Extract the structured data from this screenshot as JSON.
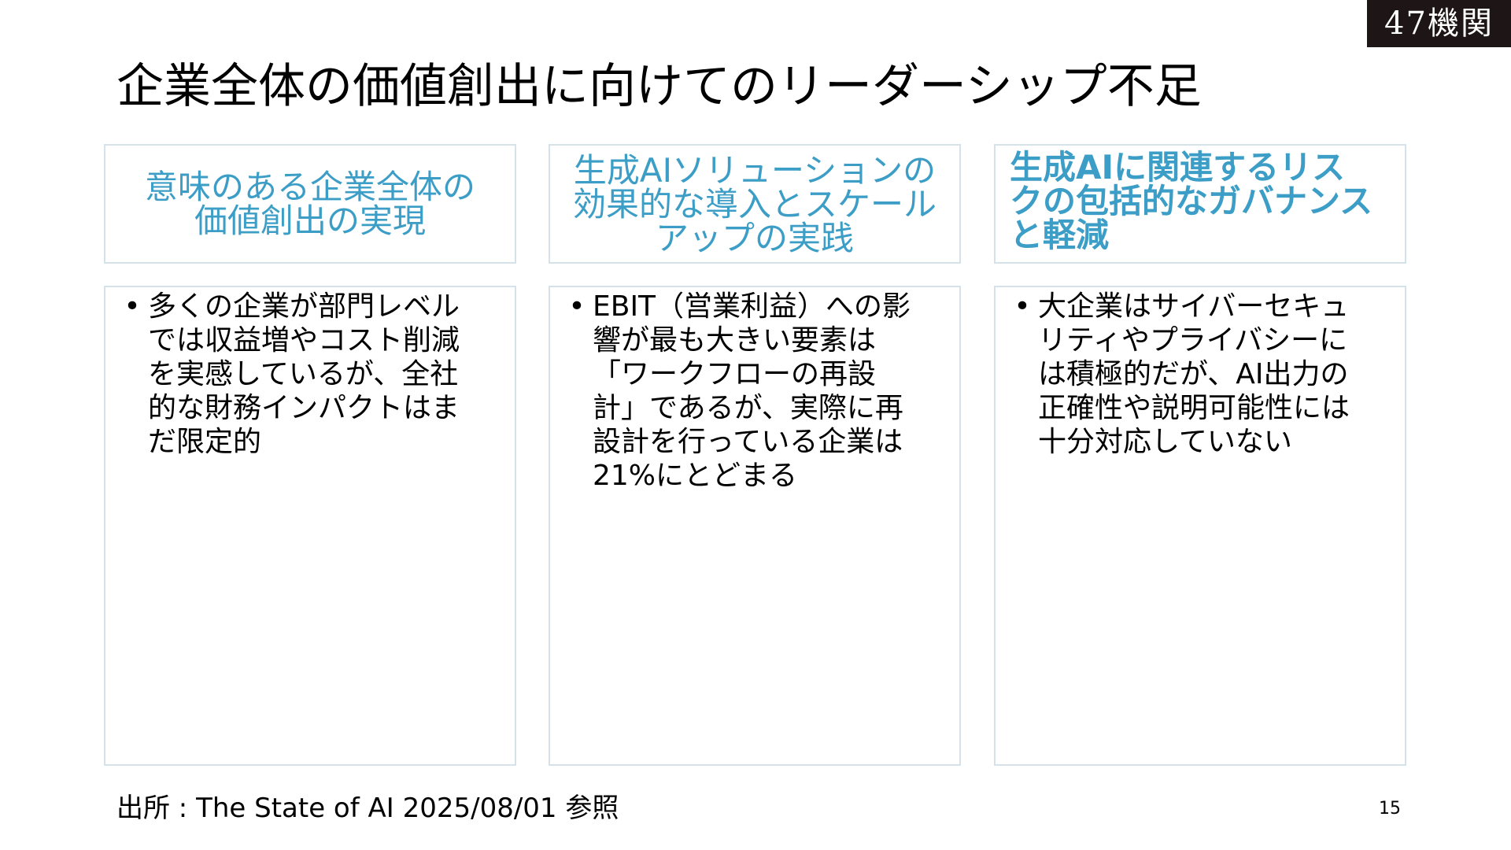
{
  "logo": {
    "text": "47機関"
  },
  "title": "企業全体の価値創出に向けてのリーダーシップ不足",
  "columns": [
    {
      "header_lines": [
        "意味のある企業全体の",
        "価値創出の実現"
      ],
      "bullet_lines": [
        "多くの企業が部門レベル",
        "では収益増やコスト削減",
        "を実感しているが、全社",
        "的な財務インパクトはま",
        "だ限定的"
      ]
    },
    {
      "header_lines": [
        "生成AIソリューションの",
        "効果的な導入とスケール",
        "アップの実践"
      ],
      "bullet_lines": [
        "EBIT（営業利益）への影",
        "響が最も大きい要素は",
        "「ワークフローの再設",
        "計」であるが、実際に再",
        "設計を行っている企業は",
        "21%にとどまる"
      ]
    },
    {
      "header_lines": [
        "生成AIに関連するリス",
        "クの包括的なガバナンス",
        "と軽減"
      ],
      "bullet_lines": [
        "大企業はサイバーセキュ",
        "リティやプライバシーに",
        "は積極的だが、AI出力の",
        "正確性や説明可能性には",
        "十分対応していない"
      ]
    }
  ],
  "bullet_symbol": "•",
  "source": "出所 : The State of AI  2025/08/01 参照",
  "page_number": "15",
  "colors": {
    "accent": "#3c9ec6",
    "border": "#d6e2ea",
    "logo_bg": "#1e1616"
  }
}
